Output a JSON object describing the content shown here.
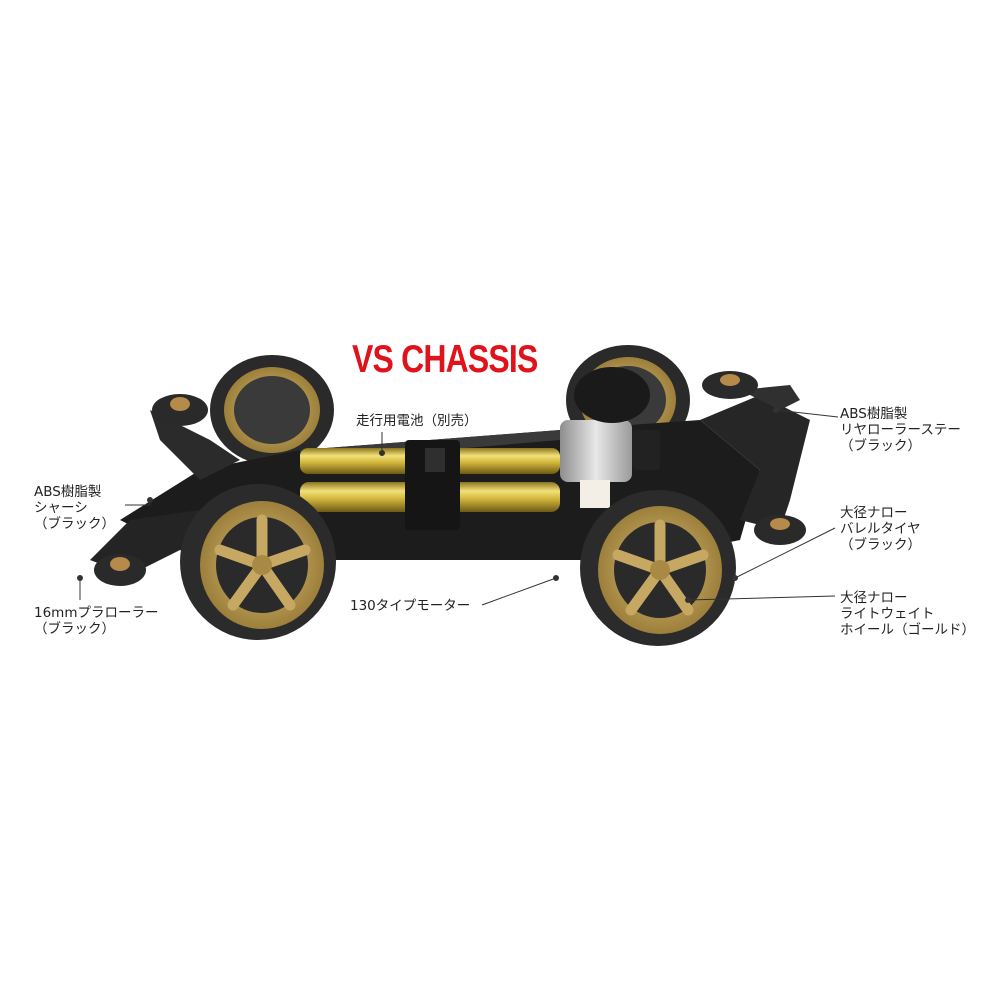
{
  "title": "VS CHASSIS",
  "callouts": {
    "battery": [
      "走行用電池（別売）"
    ],
    "chassis": [
      "ABS樹脂製",
      "シャーシ",
      "（ブラック）"
    ],
    "roller": [
      "16mmプラローラー",
      "（ブラック）"
    ],
    "motor": [
      "130タイプモーター"
    ],
    "rear_stay": [
      "ABS樹脂製",
      "リヤローラーステー",
      "（ブラック）"
    ],
    "tire": [
      "大径ナロー",
      "バレルタイヤ",
      "（ブラック）"
    ],
    "wheel": [
      "大径ナロー",
      "ライトウェイト",
      "ホイール（ゴールド）"
    ]
  },
  "colors": {
    "title": "#e0121b",
    "wheel": "#b89a4e",
    "battery": "#d9c24a",
    "chassis": "#1c1c1c"
  }
}
